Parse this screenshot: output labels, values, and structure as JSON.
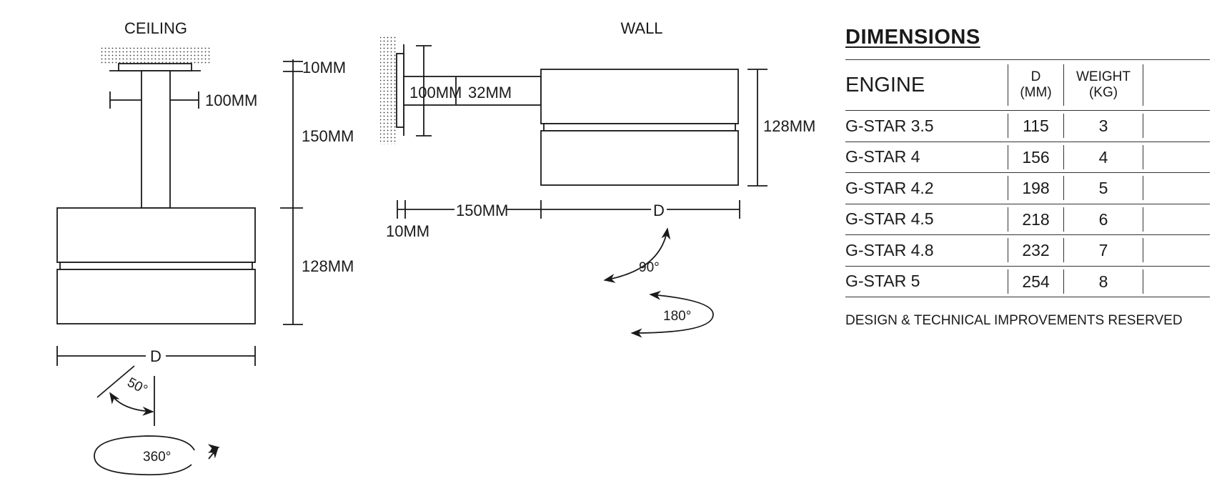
{
  "diagram": {
    "ceiling": {
      "title": "CEILING",
      "dim_mount": "10MM",
      "dim_stem_width": "100MM",
      "dim_stem_height": "150MM",
      "dim_head_height": "128MM",
      "dim_diameter": "D",
      "tilt_angle": "50°",
      "rotate_angle": "360°"
    },
    "wall": {
      "title": "WALL",
      "dim_plate": "100MM",
      "dim_arm": "32MM",
      "dim_head_height": "128MM",
      "dim_mount": "10MM",
      "dim_arm_length": "150MM",
      "dim_diameter": "D",
      "tilt_angle": "90°",
      "rotate_angle": "180°"
    }
  },
  "dimensions": {
    "title": "DIMENSIONS",
    "columns": {
      "engine": "ENGINE",
      "d_line1": "D",
      "d_line2": "(MM)",
      "weight_line1": "WEIGHT",
      "weight_line2": "(KG)"
    },
    "rows": [
      {
        "engine": "G-STAR 3.5",
        "d": "115",
        "weight": "3"
      },
      {
        "engine": "G-STAR 4",
        "d": "156",
        "weight": "4"
      },
      {
        "engine": "G-STAR 4.2",
        "d": "198",
        "weight": "5"
      },
      {
        "engine": "G-STAR 4.5",
        "d": "218",
        "weight": "6"
      },
      {
        "engine": "G-STAR 4.8",
        "d": "232",
        "weight": "7"
      },
      {
        "engine": "G-STAR 5",
        "d": "254",
        "weight": "8"
      }
    ],
    "note": "DESIGN & TECHNICAL IMPROVEMENTS RESERVED"
  }
}
